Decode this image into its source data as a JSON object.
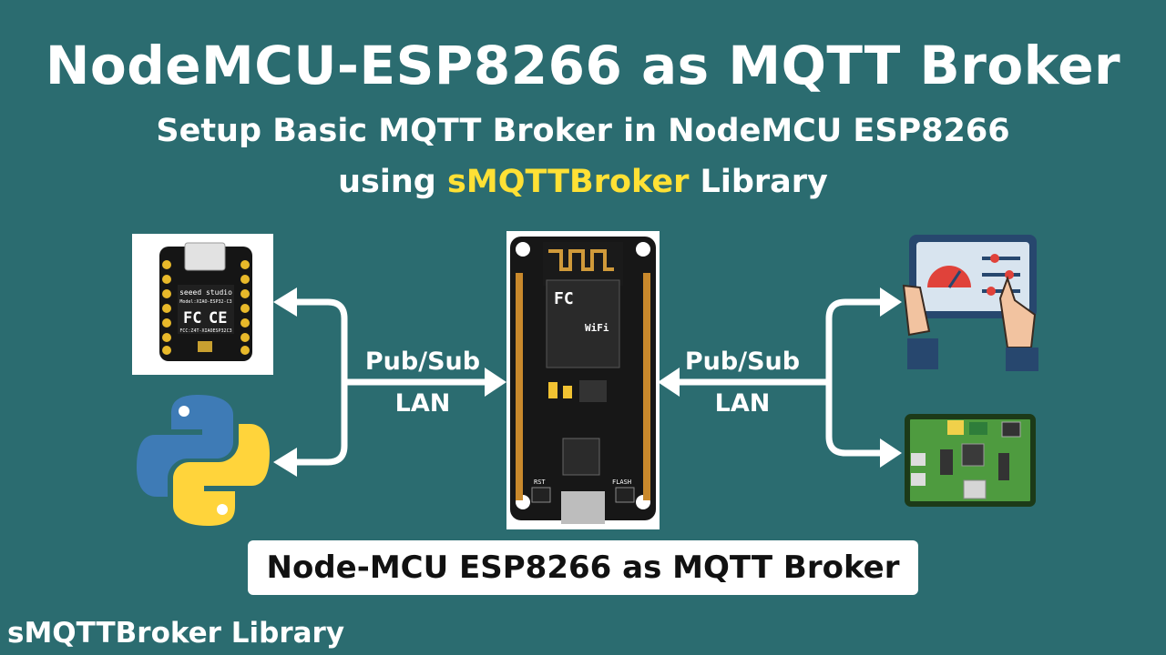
{
  "header": {
    "title": "NodeMCU-ESP8266 as MQTT Broker",
    "subtitle_line1": "Setup Basic MQTT Broker in NodeMCU ESP8266",
    "subtitle_line2_prefix": "using ",
    "subtitle_line2_highlight": "sMQTTBroker",
    "subtitle_line2_suffix": " Library"
  },
  "connections": {
    "left_protocol": "Pub/Sub",
    "left_network": "LAN",
    "right_protocol": "Pub/Sub",
    "right_network": "LAN"
  },
  "xiao_board": {
    "brand": "seeed studio",
    "model": "Model:XIAO-ESP32-C3",
    "fcc_mark": "FC",
    "ce_mark": "CE",
    "fcc_id": "FCC:Z4T-XIAOESP32C3"
  },
  "nodemcu": {
    "fcc_mark": "FC",
    "wifi_mark": "WiFi",
    "rst_label": "RST",
    "flash_label": "FLASH"
  },
  "caption": "Node-MCU ESP8266 as MQTT Broker",
  "footer": "sMQTTBroker Library",
  "colors": {
    "background": "#2b6c70",
    "highlight": "#ffe135",
    "text": "#ffffff"
  }
}
